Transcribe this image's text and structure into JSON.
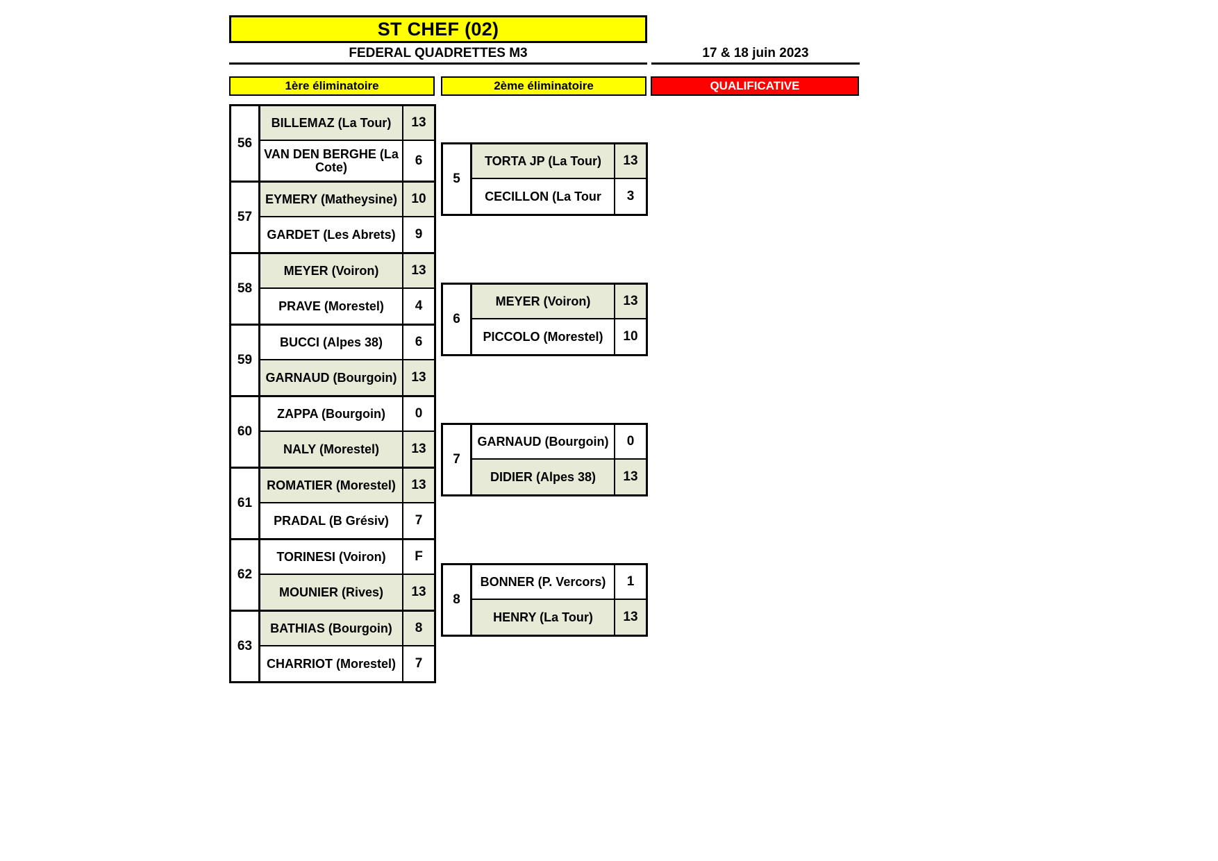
{
  "header": {
    "title": "ST CHEF (02)",
    "subtitle": "FEDERAL QUADRETTES  M3",
    "date": "17 & 18 juin 2023",
    "phases": [
      {
        "label": "1ère éliminatoire",
        "color": "#FFFF00"
      },
      {
        "label": "2ème éliminatoire",
        "color": "#FFFF00"
      },
      {
        "label": "QUALIFICATIVE",
        "color": "#FF0000"
      }
    ]
  },
  "colors": {
    "highlight_yellow": "#FFFF00",
    "qualificative_red": "#FF0000",
    "winner_row": "#E7EAD7",
    "loser_row": "#FFFFFF",
    "border": "#000000"
  },
  "round1": {
    "matches": [
      {
        "number": "56",
        "teams": [
          {
            "name": "BILLEMAZ (La Tour)",
            "score": "13",
            "winner": true
          },
          {
            "name": "VAN DEN BERGHE (La Cote)",
            "score": "6",
            "winner": false
          }
        ]
      },
      {
        "number": "57",
        "teams": [
          {
            "name": "EYMERY (Matheysine)",
            "score": "10",
            "winner": true
          },
          {
            "name": "GARDET (Les Abrets)",
            "score": "9",
            "winner": false
          }
        ]
      },
      {
        "number": "58",
        "teams": [
          {
            "name": "MEYER (Voiron)",
            "score": "13",
            "winner": true
          },
          {
            "name": "PRAVE (Morestel)",
            "score": "4",
            "winner": false
          }
        ]
      },
      {
        "number": "59",
        "teams": [
          {
            "name": "BUCCI (Alpes 38)",
            "score": "6",
            "winner": false
          },
          {
            "name": "GARNAUD (Bourgoin)",
            "score": "13",
            "winner": true
          }
        ]
      },
      {
        "number": "60",
        "teams": [
          {
            "name": "ZAPPA (Bourgoin)",
            "score": "0",
            "winner": false
          },
          {
            "name": "NALY (Morestel)",
            "score": "13",
            "winner": true
          }
        ]
      },
      {
        "number": "61",
        "teams": [
          {
            "name": "ROMATIER (Morestel)",
            "score": "13",
            "winner": true
          },
          {
            "name": "PRADAL (B Grésiv)",
            "score": "7",
            "winner": false
          }
        ]
      },
      {
        "number": "62",
        "teams": [
          {
            "name": "TORINESI (Voiron)",
            "score": "F",
            "winner": false
          },
          {
            "name": "MOUNIER (Rives)",
            "score": "13",
            "winner": true
          }
        ]
      },
      {
        "number": "63",
        "teams": [
          {
            "name": "BATHIAS  (Bourgoin)",
            "score": "8",
            "winner": true
          },
          {
            "name": "CHARRIOT (Morestel)",
            "score": "7",
            "winner": false
          }
        ]
      }
    ]
  },
  "round2": {
    "matches": [
      {
        "number": "5",
        "teams": [
          {
            "name": "TORTA JP (La Tour)",
            "score": "13",
            "winner": true
          },
          {
            "name": "CECILLON (La Tour",
            "score": "3",
            "winner": false
          }
        ]
      },
      {
        "number": "6",
        "teams": [
          {
            "name": "MEYER (Voiron)",
            "score": "13",
            "winner": true
          },
          {
            "name": "PICCOLO (Morestel)",
            "score": "10",
            "winner": false
          }
        ]
      },
      {
        "number": "7",
        "teams": [
          {
            "name": "GARNAUD (Bourgoin)",
            "score": "0",
            "winner": false
          },
          {
            "name": "DIDIER (Alpes 38)",
            "score": "13",
            "winner": true
          }
        ]
      },
      {
        "number": "8",
        "teams": [
          {
            "name": "BONNER (P. Vercors)",
            "score": "1",
            "winner": false
          },
          {
            "name": "HENRY (La Tour)",
            "score": "13",
            "winner": true
          }
        ]
      }
    ]
  }
}
